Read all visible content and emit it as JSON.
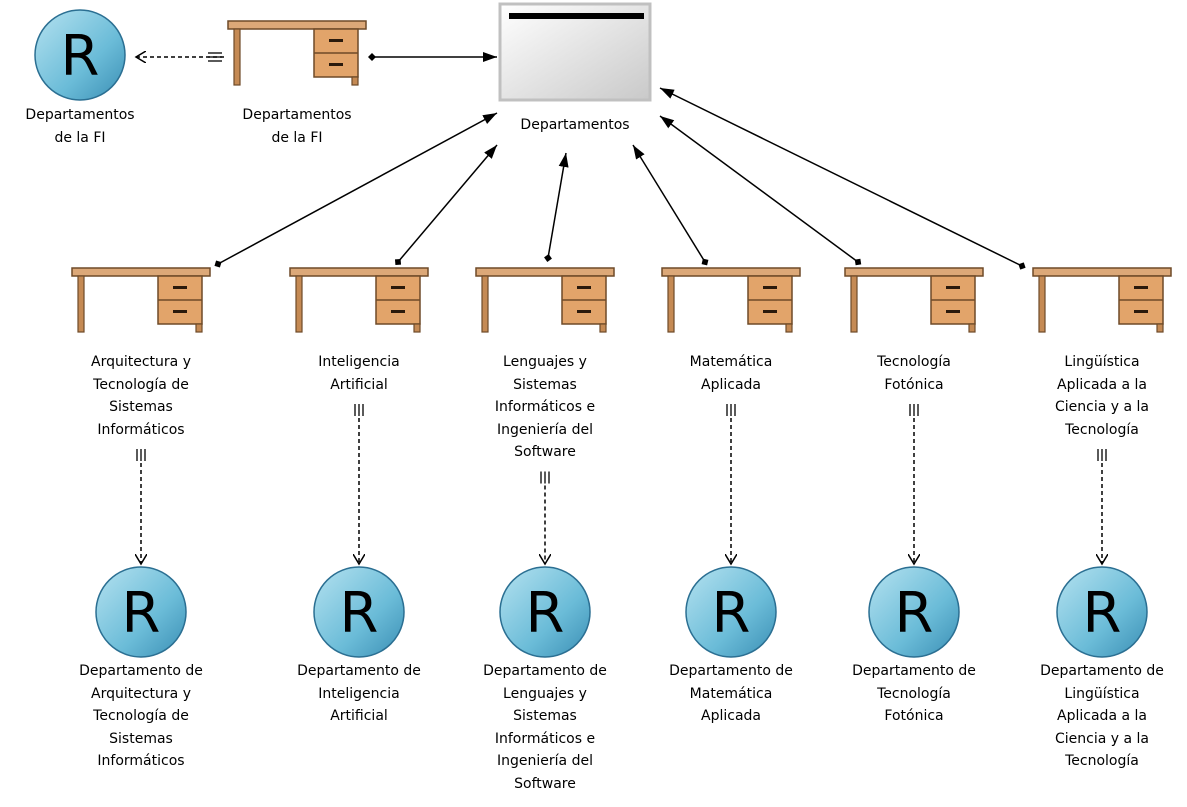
{
  "diagram": {
    "top_role": {
      "letter": "R",
      "label": "Departamentos\nde la FI"
    },
    "top_desk": {
      "label": "Departamentos\nde la FI"
    },
    "group": {
      "label": "Departamentos"
    },
    "departments": [
      {
        "desk_label": "Arquitectura y\nTecnología de\nSistemas\nInformáticos",
        "role_letter": "R",
        "role_label": "Departamento de\nArquitectura y\nTecnología de\nSistemas\nInformáticos"
      },
      {
        "desk_label": "Inteligencia\nArtificial",
        "role_letter": "R",
        "role_label": "Departamento de\nInteligencia\nArtificial"
      },
      {
        "desk_label": "Lenguajes y\nSistemas\nInformáticos e\nIngeniería del\nSoftware",
        "role_letter": "R",
        "role_label": "Departamento de\nLenguajes y\nSistemas\nInformáticos e\nIngeniería del\nSoftware"
      },
      {
        "desk_label": "Matemática\nAplicada",
        "role_letter": "R",
        "role_label": "Departamento de\nMatemática\nAplicada"
      },
      {
        "desk_label": "Tecnología\nFotónica",
        "role_letter": "R",
        "role_label": "Departamento de\nTecnología\nFotónica"
      },
      {
        "desk_label": "Lingüística\nAplicada a la\nCiencia y a la\nTecnología",
        "role_letter": "R",
        "role_label": "Departamento de\nLingüística\nAplicada a la\nCiencia y a la\nTecnología"
      }
    ]
  }
}
